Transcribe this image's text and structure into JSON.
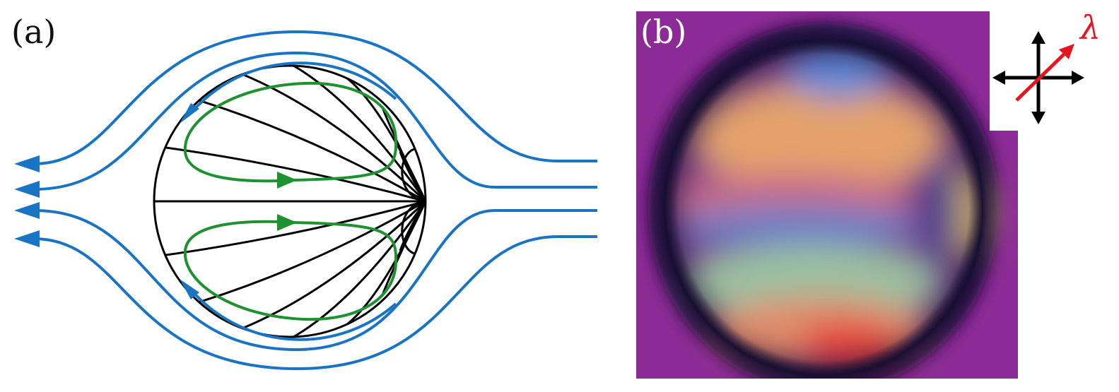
{
  "panels": {
    "a": {
      "label": "(a)"
    },
    "b": {
      "label": "(b)",
      "lambda_symbol": "λ"
    }
  },
  "colors": {
    "outer_streamlines": "#1a74c4",
    "inner_circulation": "#1e9130",
    "director_field": "#000000",
    "micrograph_background": "#8c2b96",
    "retardation_plate": "#e8141b"
  },
  "icons": [
    "crossed-polarizers-icon",
    "slow-axis-arrow-icon"
  ]
}
